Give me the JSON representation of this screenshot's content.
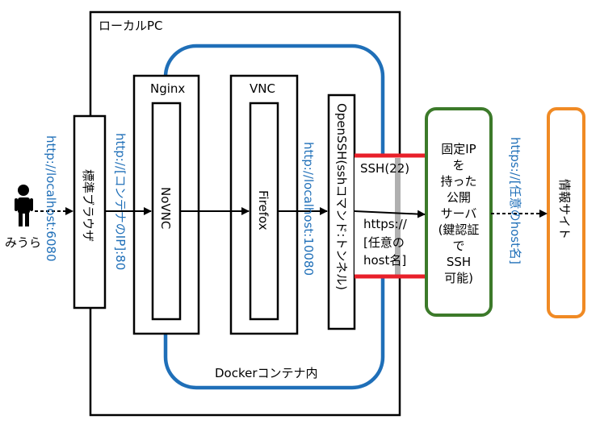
{
  "containers": {
    "local_pc": "ローカルPC",
    "docker": "Dockerコンテナ内"
  },
  "user": {
    "label": "みうら"
  },
  "boxes": {
    "browser": "標準ブラウザ",
    "nginx": "Nginx",
    "novnc": "NoVNC",
    "vnc": "VNC",
    "firefox": "Firefox",
    "openssh": "OpenSSH(sshコマンド:トンネル)",
    "ssh_server_lines": [
      "固定IP",
      "を",
      "持った",
      "公開",
      "サーバ",
      "(鍵認証",
      "で",
      "SSH",
      "可能)"
    ],
    "info_site": "情報サイト"
  },
  "edge_labels": {
    "localhost_6080": "http://localhost:6080",
    "container_ip_80": "http://[コンテナのIP]:80",
    "localhost_10080": "http://localhost:10080",
    "ssh_22": "SSH(22)",
    "https_host_lines": [
      "https://",
      "[任意の",
      "host名]"
    ],
    "https_any_host": "https://[任意のhost名]"
  },
  "colors": {
    "docker_border": "#1f6fb8",
    "server_border": "#3c7a2a",
    "site_border": "#f08a24",
    "ssh_bars": "#e8202a",
    "url_text": "#1f6fb8"
  }
}
